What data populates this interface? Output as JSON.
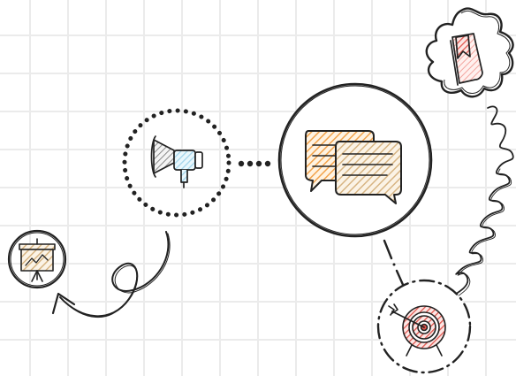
{
  "diagram": {
    "nodes": [
      {
        "id": "presentation",
        "icon": "presentation-board-icon",
        "frame": "circle"
      },
      {
        "id": "megaphone",
        "icon": "megaphone-icon",
        "frame": "dotted-circle"
      },
      {
        "id": "chat",
        "icon": "chat-bubbles-icon",
        "frame": "circle"
      },
      {
        "id": "bookmark",
        "icon": "bookmark-icon",
        "frame": "wavy-badge"
      },
      {
        "id": "target",
        "icon": "target-arrow-icon",
        "frame": "dash-dot-circle"
      }
    ],
    "connectors": [
      {
        "from": "megaphone",
        "to": "presentation",
        "style": "looped-arrow"
      },
      {
        "from": "megaphone",
        "to": "chat",
        "style": "dotted"
      },
      {
        "from": "chat",
        "to": "target",
        "style": "dash-dot"
      },
      {
        "from": "target",
        "to": "bookmark",
        "style": "squiggle"
      }
    ],
    "colors": {
      "stroke": "#222222",
      "grid": "#ebebeb",
      "orange": "#f2a24a",
      "tan": "#d7b482",
      "blue": "#9fd3ea",
      "red": "#e0524a",
      "pink": "#f3a6a0"
    }
  }
}
